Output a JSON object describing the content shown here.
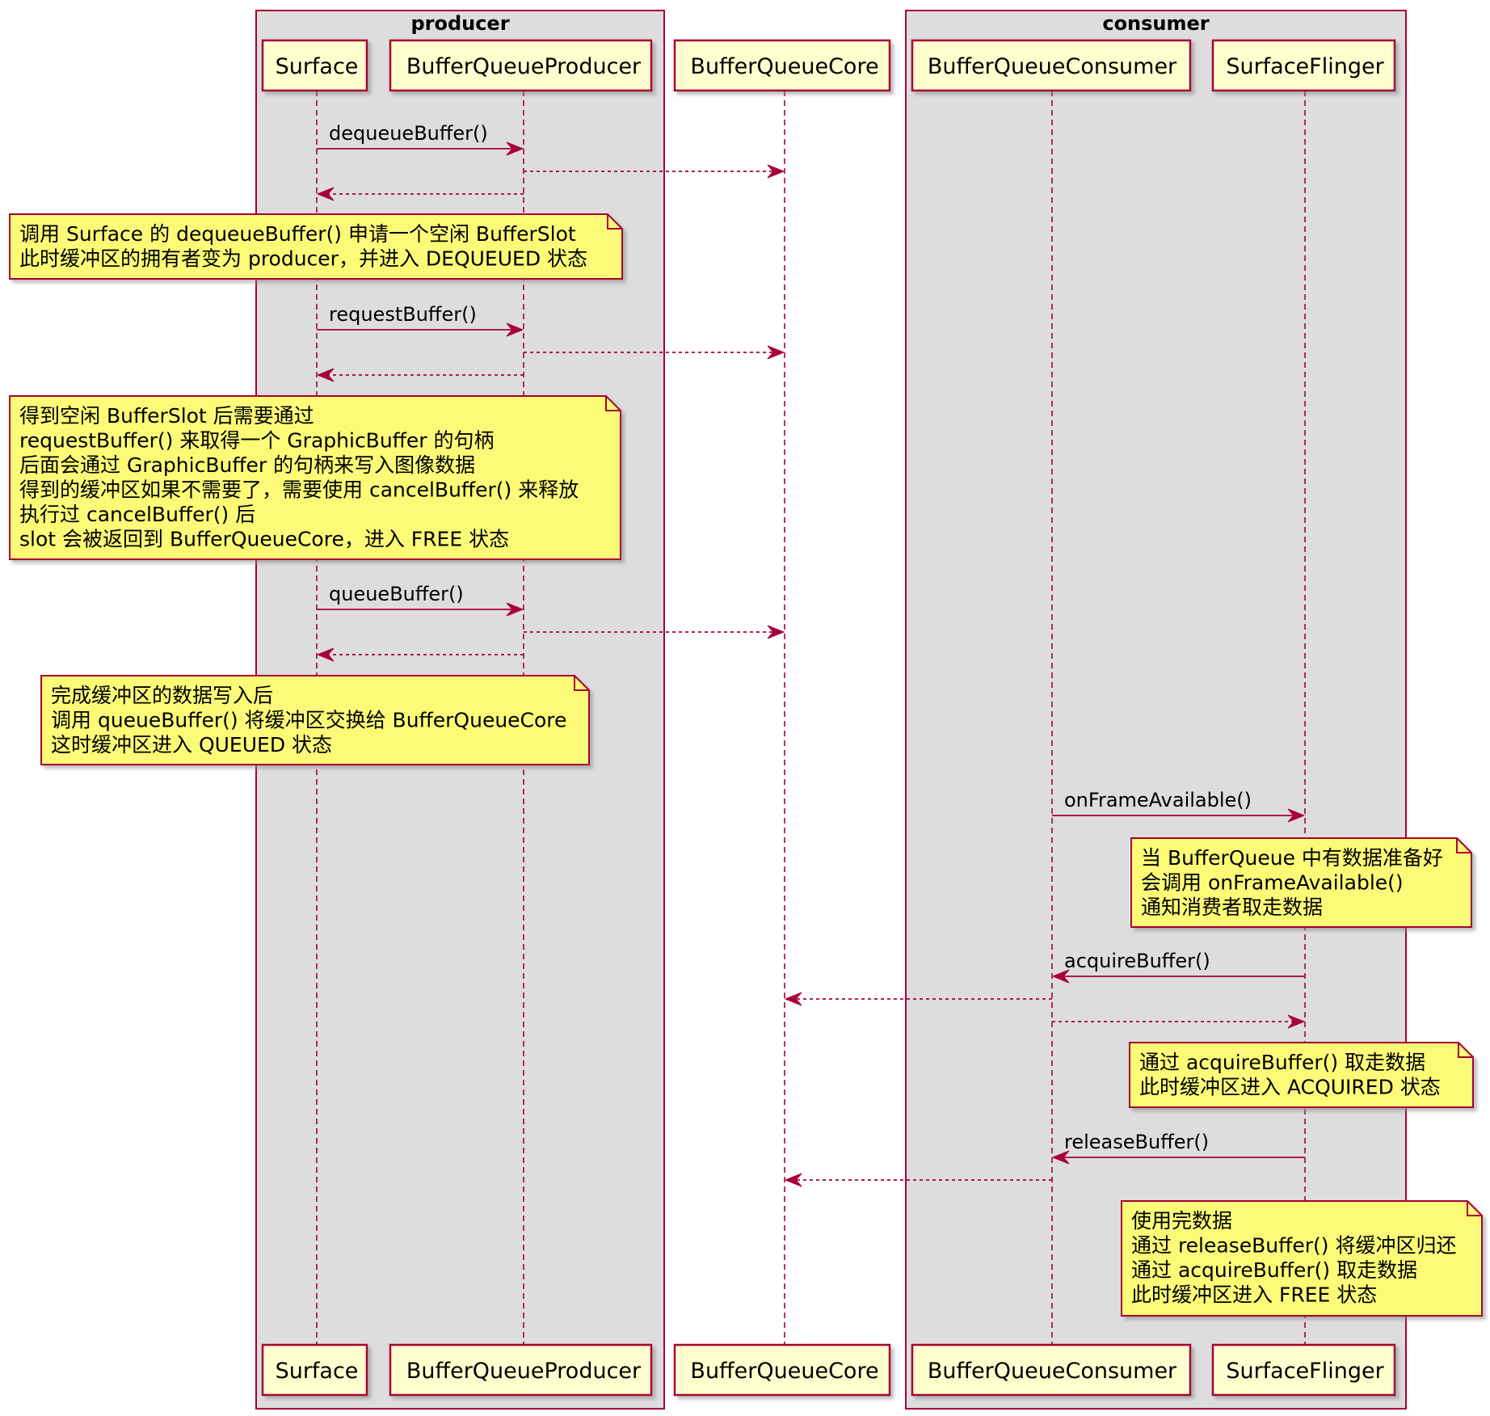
{
  "groups": [
    {
      "id": "producer",
      "title": "producer"
    },
    {
      "id": "consumer",
      "title": "consumer"
    }
  ],
  "participants": [
    {
      "id": "surface",
      "name": "Surface"
    },
    {
      "id": "bqproducer",
      "name": "BufferQueueProducer"
    },
    {
      "id": "bqcore",
      "name": "BufferQueueCore"
    },
    {
      "id": "bqconsumer",
      "name": "BufferQueueConsumer"
    },
    {
      "id": "surfaceflinger",
      "name": "SurfaceFlinger"
    }
  ],
  "messages": [
    {
      "from": "surface",
      "to": "bqproducer",
      "label": "dequeueBuffer()",
      "style": "solid"
    },
    {
      "from": "bqproducer",
      "to": "bqcore",
      "label": "",
      "style": "dashed"
    },
    {
      "from": "bqproducer",
      "to": "surface",
      "label": "",
      "style": "dashed"
    },
    {
      "from": "surface",
      "to": "bqproducer",
      "label": "requestBuffer()",
      "style": "solid"
    },
    {
      "from": "bqproducer",
      "to": "bqcore",
      "label": "",
      "style": "dashed"
    },
    {
      "from": "bqproducer",
      "to": "surface",
      "label": "",
      "style": "dashed"
    },
    {
      "from": "surface",
      "to": "bqproducer",
      "label": "queueBuffer()",
      "style": "solid"
    },
    {
      "from": "bqproducer",
      "to": "bqcore",
      "label": "",
      "style": "dashed"
    },
    {
      "from": "bqproducer",
      "to": "surface",
      "label": "",
      "style": "dashed"
    },
    {
      "from": "bqconsumer",
      "to": "surfaceflinger",
      "label": "onFrameAvailable()",
      "style": "solid"
    },
    {
      "from": "surfaceflinger",
      "to": "bqconsumer",
      "label": "acquireBuffer()",
      "style": "solid"
    },
    {
      "from": "bqconsumer",
      "to": "bqcore",
      "label": "",
      "style": "dashed"
    },
    {
      "from": "bqconsumer",
      "to": "surfaceflinger",
      "label": "",
      "style": "dashed"
    },
    {
      "from": "surfaceflinger",
      "to": "bqconsumer",
      "label": "releaseBuffer()",
      "style": "solid"
    },
    {
      "from": "bqconsumer",
      "to": "bqcore",
      "label": "",
      "style": "dashed"
    }
  ],
  "notes": [
    {
      "lines": [
        "调用 Surface 的 dequeueBuffer() 申请一个空闲 BufferSlot",
        "此时缓冲区的拥有者变为 producer，并进入 DEQUEUED 状态"
      ]
    },
    {
      "lines": [
        "得到空闲 BufferSlot 后需要通过",
        "requestBuffer() 来取得一个 GraphicBuffer 的句柄",
        "后面会通过 GraphicBuffer 的句柄来写入图像数据",
        "得到的缓冲区如果不需要了，需要使用 cancelBuffer()  来释放",
        "执行过 cancelBuffer() 后",
        "slot 会被返回到 BufferQueueCore，进入 FREE 状态"
      ]
    },
    {
      "lines": [
        "完成缓冲区的数据写入后",
        "调用 queueBuffer() 将缓冲区交换给 BufferQueueCore",
        "这时缓冲区进入 QUEUED 状态"
      ]
    },
    {
      "lines": [
        "当 BufferQueue 中有数据准备好",
        "会调用 onFrameAvailable()",
        "通知消费者取走数据"
      ]
    },
    {
      "lines": [
        "通过 acquireBuffer() 取走数据",
        "此时缓冲区进入 ACQUIRED 状态"
      ]
    },
    {
      "lines": [
        "使用完数据",
        "通过 releaseBuffer() 将缓冲区归还",
        "通过 acquireBuffer() 取走数据",
        "此时缓冲区进入 FREE 状态"
      ]
    }
  ],
  "colors": {
    "line": "#a80036",
    "participant_fill": "#fefece",
    "group_fill": "#dddddd",
    "note_fill": "#fbfb77",
    "shadow": "#888888"
  }
}
